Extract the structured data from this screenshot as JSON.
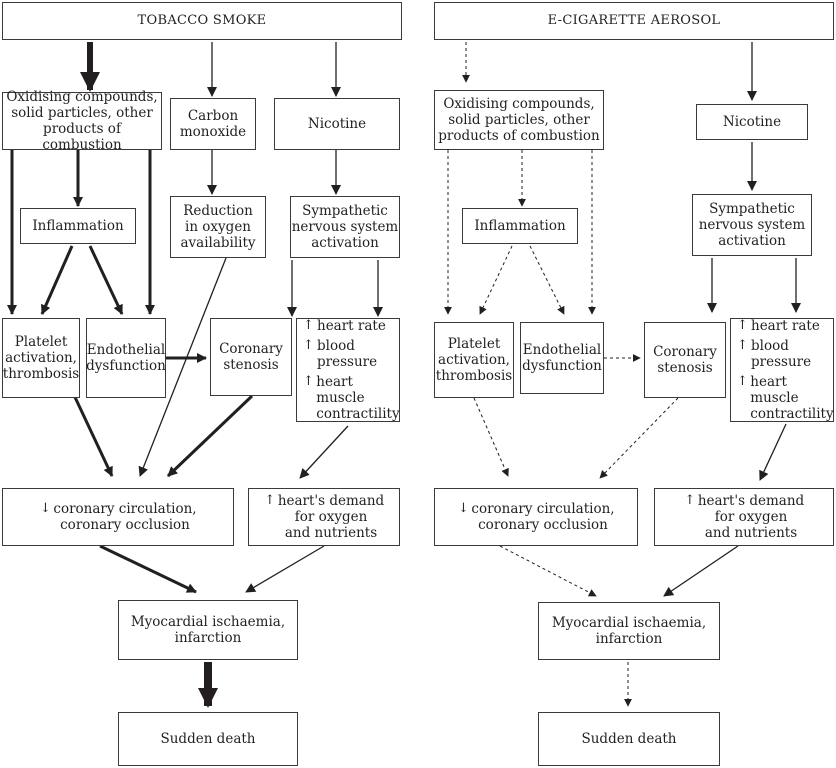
{
  "left": {
    "header": "TOBACCO SMOKE",
    "oxidising": "Oxidising compounds,\nsolid particles, other\nproducts of combustion",
    "carbon_monoxide": "Carbon\nmonoxide",
    "nicotine": "Nicotine",
    "inflammation": "Inflammation",
    "reduction": "Reduction\nin oxygen\navailability",
    "sympathetic": "Sympathetic\nnervous system\nactivation",
    "platelet": "Platelet\nactivation,\nthrombosis",
    "endothelial": "Endothelial\ndysfunction",
    "coronary_stenosis": "Coronary\nstenosis",
    "effects": [
      "heart rate",
      "blood\npressure",
      "heart muscle\ncontractility"
    ],
    "coronary_circ": "coronary circulation,\ncoronary occlusion",
    "heart_demand": "heart's demand\nfor oxygen\nand nutrients",
    "ischaemia": "Myocardial ischaemia,\ninfarction",
    "death": "Sudden death"
  },
  "right": {
    "header": "E-CIGARETTE AEROSOL",
    "oxidising": "Oxidising compounds,\nsolid particles, other\nproducts of combustion",
    "nicotine": "Nicotine",
    "inflammation": "Inflammation",
    "sympathetic": "Sympathetic\nnervous system\nactivation",
    "platelet": "Platelet\nactivation,\nthrombosis",
    "endothelial": "Endothelial\ndysfunction",
    "coronary_stenosis": "Coronary\nstenosis",
    "effects": [
      "heart rate",
      "blood\npressure",
      "heart muscle\ncontractility"
    ],
    "coronary_circ": "coronary circulation,\ncoronary occlusion",
    "heart_demand": "heart's demand\nfor oxygen\nand nutrients",
    "ischaemia": "Myocardial ischaemia,\ninfarction",
    "death": "Sudden death"
  },
  "symbols": {
    "up": "↑",
    "down": "↓"
  }
}
